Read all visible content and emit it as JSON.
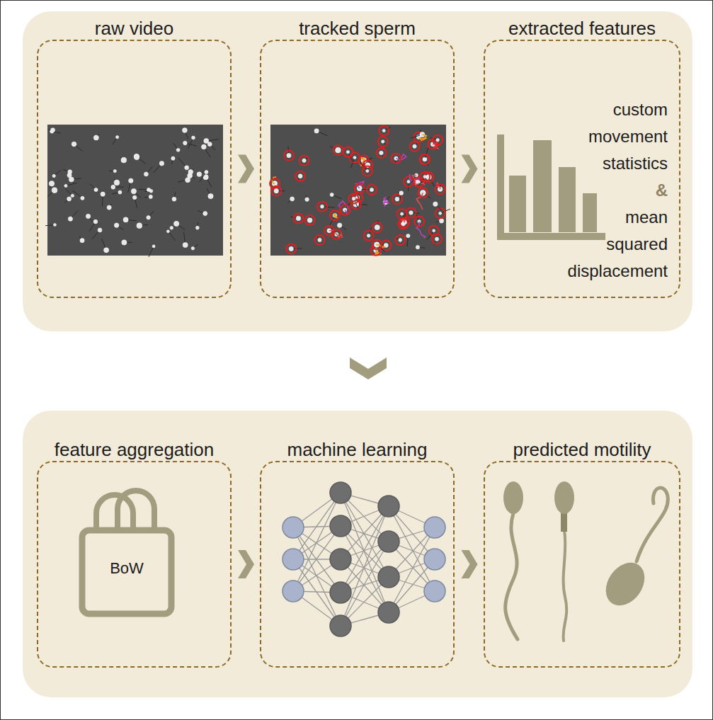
{
  "diagram": {
    "nodes": [
      {
        "text": [
          "raw video"
        ]
      },
      {
        "text": [
          "tracked sperm"
        ]
      },
      {
        "text": [
          "extracted features",
          "custom movement statistics",
          "&",
          "mean squared displacement"
        ]
      },
      {
        "text": [
          "feature aggregation",
          "BoW"
        ]
      },
      {
        "text": [
          "machine learning"
        ]
      },
      {
        "text": [
          "predicted motility"
        ]
      }
    ],
    "edges": [
      {
        "from": 0,
        "to": 1,
        "arrow": "to"
      },
      {
        "from": 1,
        "to": 2,
        "arrow": "to"
      },
      {
        "from": 2,
        "to": 3,
        "arrow": "to"
      },
      {
        "from": 3,
        "to": 4,
        "arrow": "to"
      },
      {
        "from": 4,
        "to": 5,
        "arrow": "to"
      }
    ]
  }
}
